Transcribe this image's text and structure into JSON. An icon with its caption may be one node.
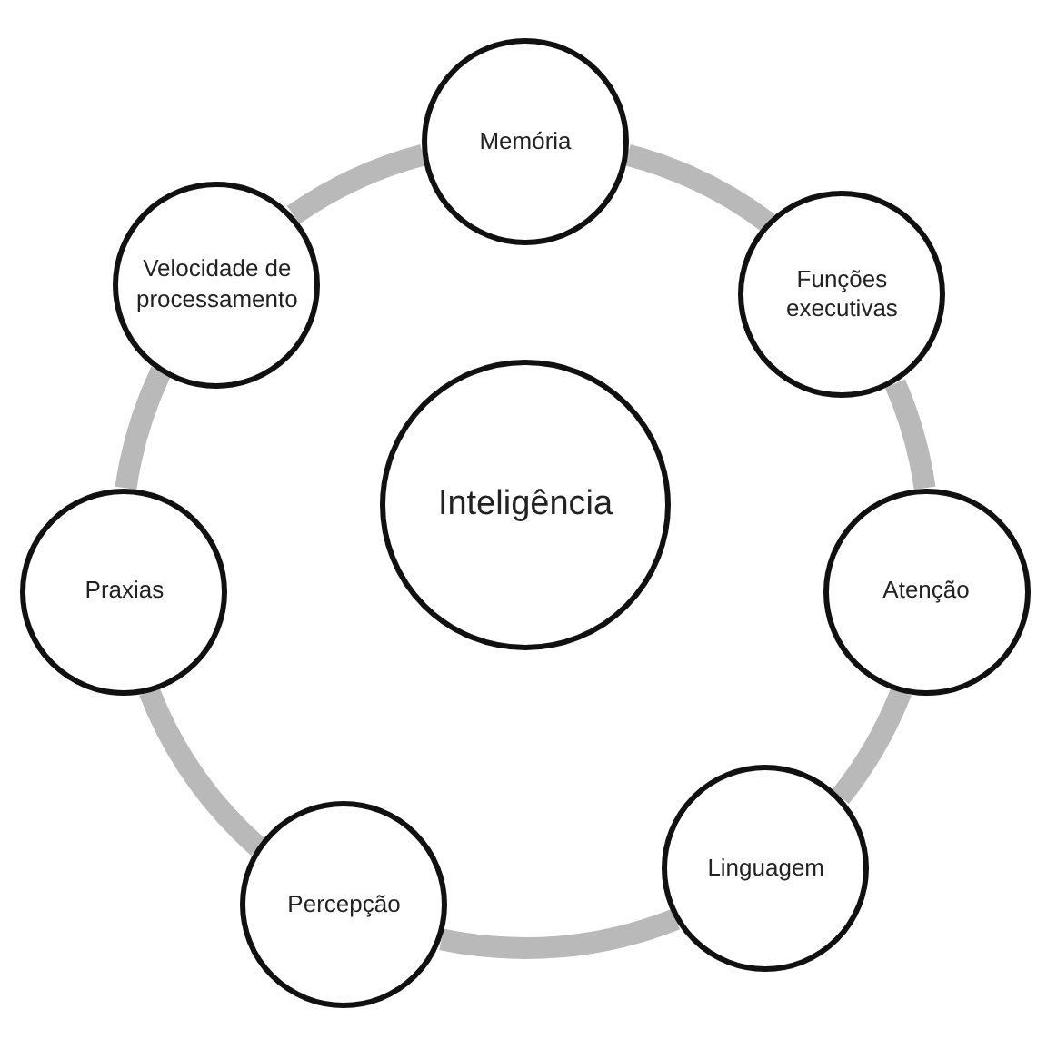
{
  "diagram": {
    "nodes": [
      {
        "text": [
          "Inteligência"
        ]
      },
      {
        "text": [
          "Memória"
        ]
      },
      {
        "text": [
          "Funções executivas"
        ]
      },
      {
        "text": [
          "Atenção"
        ]
      },
      {
        "text": [
          "Linguagem"
        ]
      },
      {
        "text": [
          "Percepção"
        ]
      },
      {
        "text": [
          "Praxias"
        ]
      },
      {
        "text": [
          "Velocidade de processamento"
        ]
      }
    ],
    "edges": [
      {
        "from": 1,
        "to": 2,
        "arrow": "none"
      },
      {
        "from": 2,
        "to": 3,
        "arrow": "none"
      },
      {
        "from": 3,
        "to": 4,
        "arrow": "none"
      },
      {
        "from": 4,
        "to": 5,
        "arrow": "none"
      },
      {
        "from": 5,
        "to": 6,
        "arrow": "none"
      },
      {
        "from": 6,
        "to": 7,
        "arrow": "none"
      },
      {
        "from": 7,
        "to": 1,
        "arrow": "none"
      }
    ]
  }
}
